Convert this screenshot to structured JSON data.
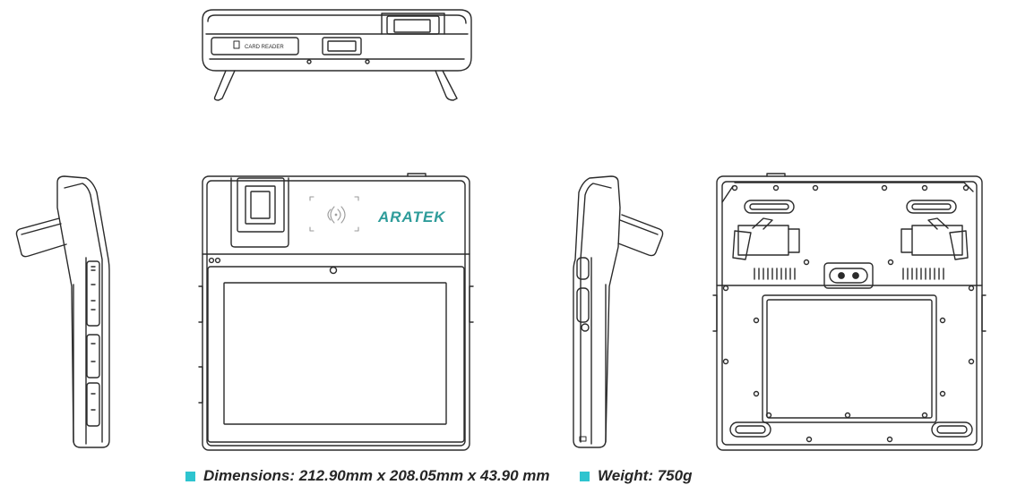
{
  "device": {
    "brand_logo": "ARATEK",
    "card_reader_label": "CARD READER"
  },
  "specs": [
    {
      "label": "Dimensions: 212.90mm x 208.05mm x 43.90 mm"
    },
    {
      "label": "Weight: 750g"
    }
  ],
  "colors": {
    "line": "#2b2b2b",
    "brand": "#2e9c9a",
    "bullet": "#2ec4cf",
    "text": "#262626"
  }
}
